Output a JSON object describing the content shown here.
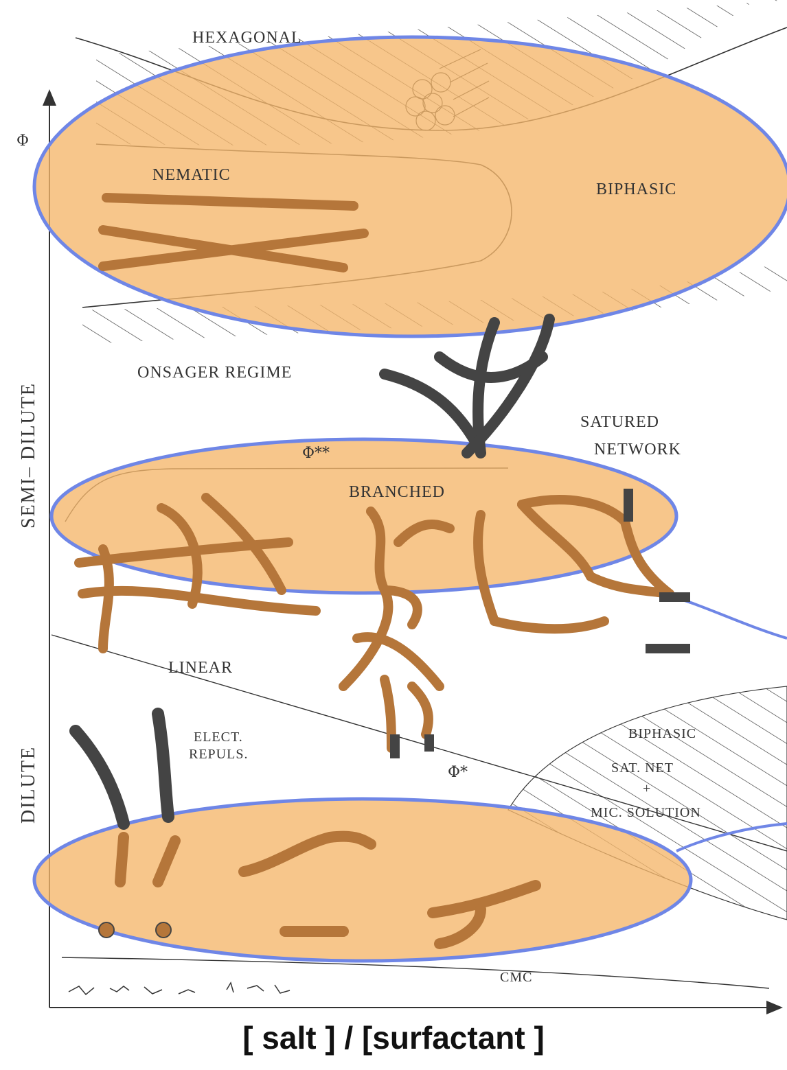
{
  "colors": {
    "highlight_fill": "#f5b66a",
    "highlight_stroke": "#6f86e6",
    "micelle": "#b5763a",
    "line": "#333333"
  },
  "axes": {
    "y_symbol": "Φ",
    "x_label": "[ salt ] / [surfactant ]",
    "y_regions": [
      "SEMI– DILUTE",
      "DILUTE"
    ]
  },
  "labels": {
    "hexagonal": "HEXAGONAL",
    "nematic": "NEMATIC",
    "biphasic_top": "BIPHASIC",
    "onsager": "ONSAGER  REGIME",
    "satured_1": "SATURED",
    "satured_2": "NETWORK",
    "phi_double_star": "Φ**",
    "branched": "BRANCHED",
    "linear": "LINEAR",
    "elect_1": "ELECT.",
    "elect_2": "REPULS.",
    "phi_star": "Φ*",
    "biphasic_low_1": "BIPHASIC",
    "biphasic_low_2": "SAT.  NET",
    "biphasic_low_3": "+",
    "biphasic_low_4": "MIC.  SOLUTION",
    "cmc": "CMC"
  }
}
